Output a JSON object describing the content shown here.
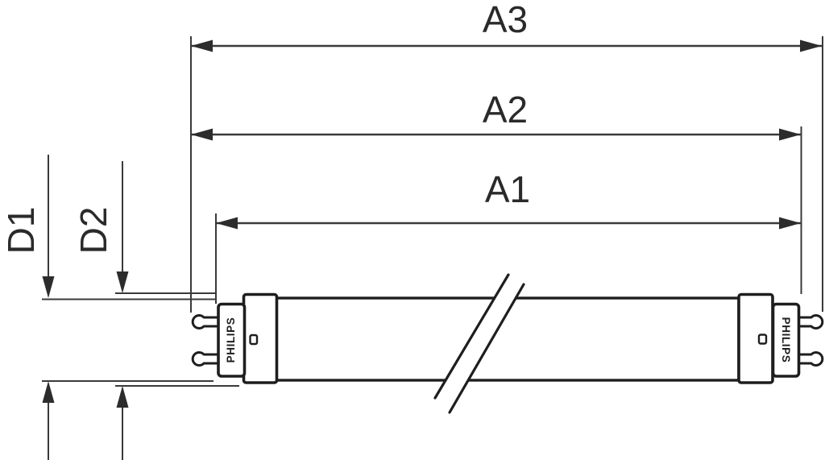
{
  "diagram": {
    "background_color": "#ffffff",
    "dimension_line_color": "#3a3a3a",
    "tube_outline_color": "#1e1e1e",
    "label_color": "#2a2a2a",
    "labels": {
      "a3": "A3",
      "a2": "A2",
      "a1": "A1",
      "d1": "D1",
      "d2": "D2"
    },
    "tube": {
      "left_cap_brand": "PHILIPS",
      "right_cap_brand": "PHILIPS"
    }
  }
}
